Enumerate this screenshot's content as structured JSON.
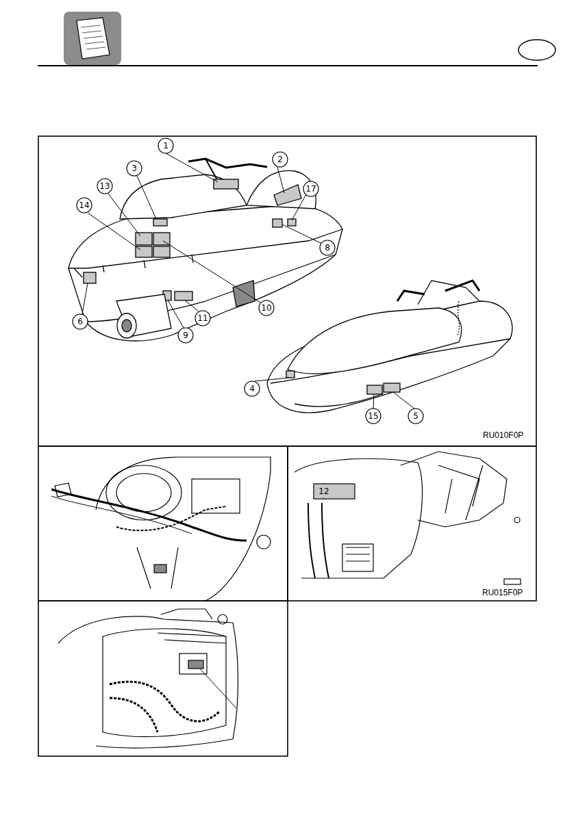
{
  "diagram": {
    "labels": [
      "1",
      "2",
      "3",
      "13",
      "17",
      "14",
      "8",
      "10",
      "6",
      "11",
      "9",
      "4",
      "15",
      "5",
      "12",
      "RU010F0P",
      "RU015F0P"
    ]
  }
}
